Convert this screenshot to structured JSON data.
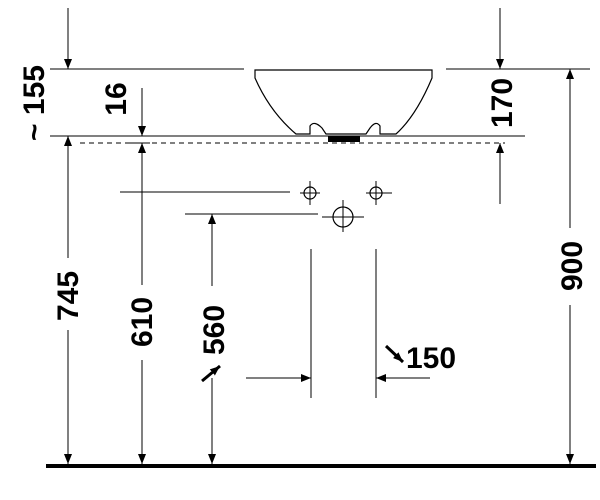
{
  "dimensions": {
    "overall_height": "900",
    "rim_above_top": "~ 155",
    "bowl_height": "170",
    "top_thickness": "16",
    "top_to_floor": "745",
    "taps_height": "610",
    "waste_height": "560",
    "waste_spacing": "150"
  }
}
